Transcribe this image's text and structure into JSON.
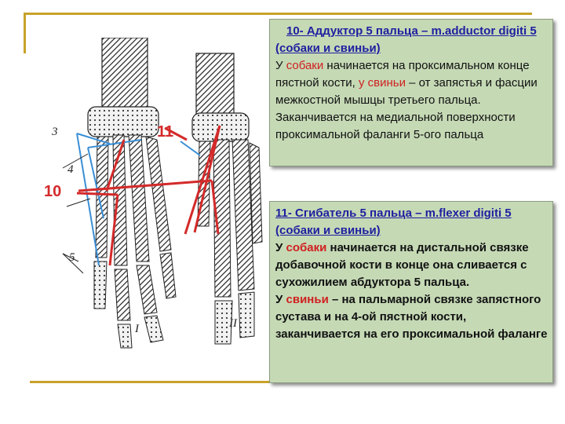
{
  "box1": {
    "title": "10- Аддуктор 5 пальца – m.adductor digiti 5 (собаки и свиньи)",
    "p1_a": "У ",
    "p1_red1": "собаки",
    "p1_b": " начинается на проксимальном конце пястной кости, ",
    "p1_red2": "у свиньи",
    "p1_c": " – от запястья и фасции межкостной мышцы третьего пальца. Заканчивается на медиальной поверхности проксимальной фаланги 5-ого пальца"
  },
  "box2": {
    "title": "11- Сгибатель 5 пальца – m.flexer digiti 5 (собаки и свиньи)",
    "p1_a": "У ",
    "p1_red": "собаки",
    "p1_b": " начинается на дистальной связке добавочной кости в конце она сливается с сухожилием абдуктора 5 пальца.",
    "p2_a": "У ",
    "p2_red": "свиньи",
    "p2_b": " – на пальмарной связке запястного сустава и на 4-ой пястной кости, заканчивается на его проксимальной фаланге"
  },
  "figure": {
    "label_10": "10",
    "label_11": "11",
    "label_3": "3",
    "label_4": "4",
    "label_5": "5",
    "label_I": "I",
    "label_II": "II"
  },
  "colors": {
    "muscle_red": "#d42a2a",
    "tendon_blue": "#3a8fd6",
    "frame_gold": "#c8a22a"
  }
}
